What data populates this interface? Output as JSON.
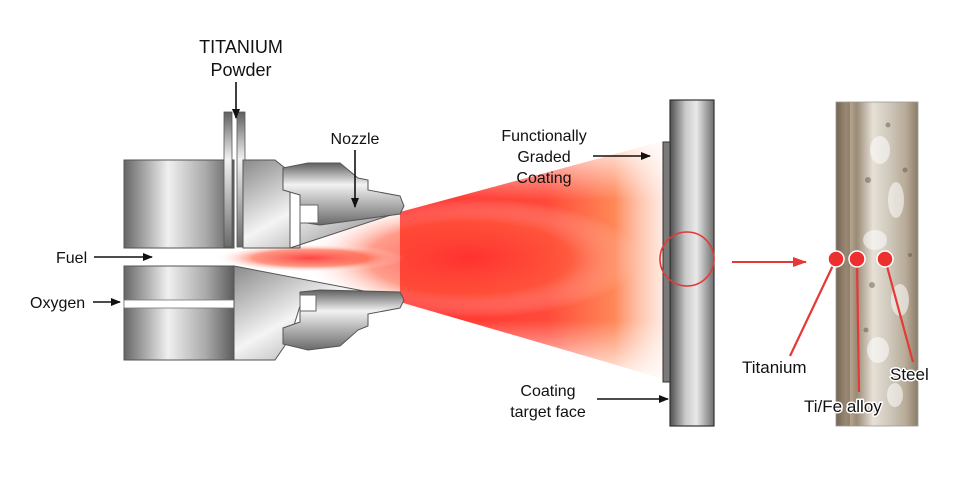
{
  "labels": {
    "titanium": "TITANIUM",
    "powder": "Powder",
    "nozzle": "Nozzle",
    "fuel": "Fuel",
    "oxygen": "Oxygen",
    "fgc_line1": "Functionally",
    "fgc_line2": "Graded",
    "fgc_line3": "Coating",
    "target_line1": "Coating",
    "target_line2": "target face",
    "mat_titanium": "Titanium",
    "mat_tife": "Ti/Fe alloy",
    "mat_steel": "Steel"
  },
  "colors": {
    "spray_core": "#ff3b3b",
    "spray_mid": "#ff6a3a",
    "accent_red": "#e53935",
    "metal_dark": "#6b6b6b",
    "metal_light": "#f1f1f1"
  }
}
